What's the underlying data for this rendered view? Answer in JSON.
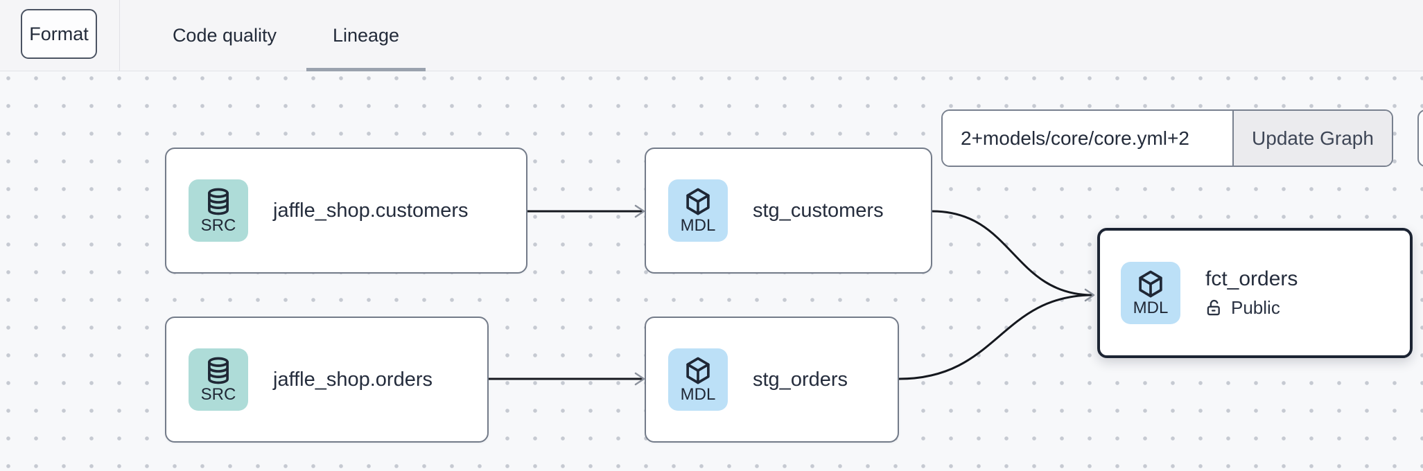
{
  "toolbar": {
    "format_button": "Format",
    "tabs": [
      {
        "label": "Code quality",
        "active": false
      },
      {
        "label": "Lineage",
        "active": true
      }
    ]
  },
  "lineage_controls": {
    "selector_input_value": "2+models/core/core.yml+2",
    "update_graph_button": "Update Graph"
  },
  "graph": {
    "nodes": [
      {
        "label": "jaffle_shop.customers",
        "type_badge": "SRC",
        "icon": "database-icon",
        "kind": "source"
      },
      {
        "label": "stg_customers",
        "type_badge": "MDL",
        "icon": "cube-icon",
        "kind": "model"
      },
      {
        "label": "jaffle_shop.orders",
        "type_badge": "SRC",
        "icon": "database-icon",
        "kind": "source"
      },
      {
        "label": "stg_orders",
        "type_badge": "MDL",
        "icon": "cube-icon",
        "kind": "model"
      },
      {
        "label": "fct_orders",
        "type_badge": "MDL",
        "icon": "cube-icon",
        "kind": "model",
        "selected": true,
        "access_label": "Public",
        "access_icon": "unlock-icon"
      }
    ],
    "edges": [
      {
        "from": "jaffle_shop.customers",
        "to": "stg_customers"
      },
      {
        "from": "jaffle_shop.orders",
        "to": "stg_orders"
      },
      {
        "from": "stg_customers",
        "to": "fct_orders"
      },
      {
        "from": "stg_orders",
        "to": "fct_orders"
      }
    ]
  },
  "colors": {
    "source_badge_bg": "#aedcd8",
    "model_badge_bg": "#bce0f7",
    "text_dark": "#232b3a",
    "node_border": "#737b89",
    "selected_node_border": "#1c2433",
    "active_tab_underline": "#9aa2ae",
    "edge": "#15181e",
    "arrowhead": "#8b919c"
  }
}
